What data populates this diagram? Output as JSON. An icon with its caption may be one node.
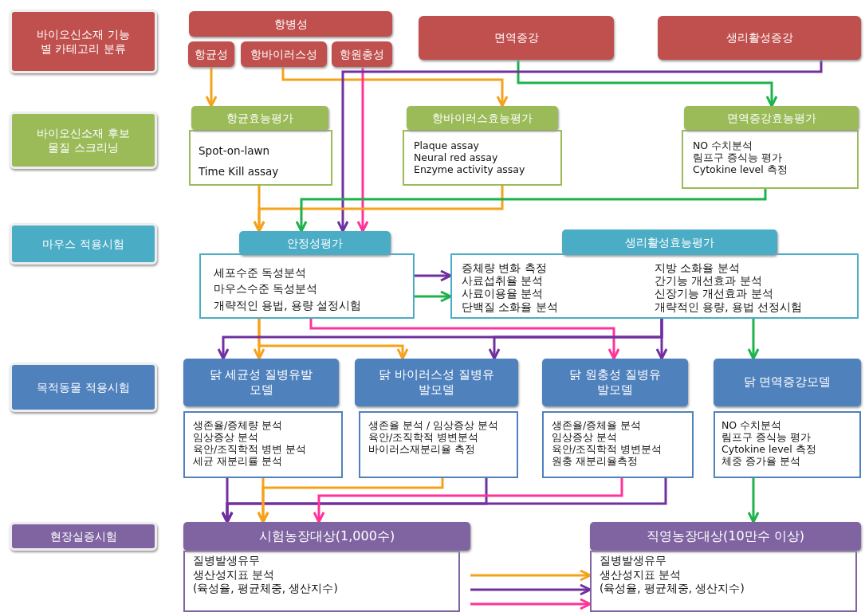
{
  "diagram": {
    "nodes": [
      {
        "text": [
          "바이오신소재 기능별 카테고리 분류"
        ]
      },
      {
        "text": [
          "항병성"
        ]
      },
      {
        "text": [
          "항균성"
        ]
      },
      {
        "text": [
          "항바이러스성"
        ]
      },
      {
        "text": [
          "항원충성"
        ]
      },
      {
        "text": [
          "면역증강"
        ]
      },
      {
        "text": [
          "생리활성증강"
        ]
      },
      {
        "text": [
          "바이오신소재 후보물질 스크리닝"
        ]
      },
      {
        "text": [
          "항균효능평가",
          "Spot-on-lawn",
          "Time Kill assay"
        ]
      },
      {
        "text": [
          "항바이러스효능평가",
          "Plaque assay",
          "Neural red assay",
          "Enzyme activity assay"
        ]
      },
      {
        "text": [
          "면역증강효능평가",
          "NO 수치분석",
          "림프구 증식능 평가",
          "Cytokine level 측정"
        ]
      },
      {
        "text": [
          "마우스 적용시험"
        ]
      },
      {
        "text": [
          "안정성평가",
          "세포수준 독성분석",
          "마우스수준 독성분석",
          "개략적인 용법, 용량 설정시험"
        ]
      },
      {
        "text": [
          "생리활성효능평가",
          "증체량 변화 측정",
          "사료섭취율 분석",
          "사료이용율 분석",
          "단백질 소화율 분석",
          "지방 소화율 분석",
          "간기능 개선효과 분석",
          "신장기능 개선효과 분석",
          "개략적인 용량, 용법 선정시험"
        ]
      },
      {
        "text": [
          "목적동물 적용시험"
        ]
      },
      {
        "text": [
          "닭 세균성 질병유발모델",
          "생존율/증체량 분석",
          "임상증상 분석",
          "육안/조직학적 병변 분석",
          "세균 재분리률 분석"
        ]
      },
      {
        "text": [
          "닭 바이러스성 질병유발모델",
          "생존율 분석 / 임상증상 분석",
          "육안/조직학적 병변분석",
          "바이러스재분리율 측정"
        ]
      },
      {
        "text": [
          "닭 원충성 질병유발모델",
          "생존율/증체율 분석",
          "임상증상 분석",
          "육안/조직학적 병변분석",
          "원충 재분리율측정"
        ]
      },
      {
        "text": [
          "닭 면역증강모델",
          "NO 수치분석",
          "림프구 증식능 평가",
          "Cytokine level 측정",
          "체중 증가율 분석"
        ]
      },
      {
        "text": [
          "현장실증시험"
        ]
      },
      {
        "text": [
          "시험농장대상(1,000수)",
          "질병발생유무",
          "생산성지표 분석",
          "(육성율, 평균체중, 생산지수)"
        ]
      },
      {
        "text": [
          "직영농장대상(10만수 이상)",
          "질병발생유무",
          "생산성지표 분석",
          "(육성율, 평균체중, 생산지수)"
        ]
      }
    ],
    "edges": [
      {
        "from": 2,
        "to": 8,
        "arrow": "to",
        "color": "#f5a21b"
      },
      {
        "from": 3,
        "to": 9,
        "arrow": "to",
        "color": "#f5a21b"
      },
      {
        "from": 4,
        "to": 12,
        "arrow": "to",
        "color": "#ff3399"
      },
      {
        "from": 5,
        "to": 10,
        "arrow": "to",
        "color": "#1db24b"
      },
      {
        "from": 6,
        "to": 12,
        "arrow": "to",
        "color": "#7030a0"
      },
      {
        "from": 8,
        "to": 12,
        "arrow": "to",
        "color": "#f5a21b"
      },
      {
        "from": 9,
        "to": 12,
        "arrow": "to",
        "color": "#f5a21b"
      },
      {
        "from": 10,
        "to": 12,
        "arrow": "to",
        "color": "#1db24b"
      },
      {
        "from": 12,
        "to": 13,
        "arrow": "to",
        "color": "#7030a0"
      },
      {
        "from": 12,
        "to": 13,
        "arrow": "to",
        "color": "#1db24b"
      },
      {
        "from": 12,
        "to": 15,
        "arrow": "to",
        "color": "#f5a21b"
      },
      {
        "from": 12,
        "to": 16,
        "arrow": "to",
        "color": "#f5a21b"
      },
      {
        "from": 12,
        "to": 17,
        "arrow": "to",
        "color": "#ff3399"
      },
      {
        "from": 13,
        "to": 15,
        "arrow": "to",
        "color": "#7030a0"
      },
      {
        "from": 13,
        "to": 16,
        "arrow": "to",
        "color": "#7030a0"
      },
      {
        "from": 13,
        "to": 17,
        "arrow": "to",
        "color": "#7030a0"
      },
      {
        "from": 13,
        "to": 18,
        "arrow": "to",
        "color": "#1db24b"
      },
      {
        "from": 15,
        "to": 20,
        "arrow": "to",
        "color": "#7030a0"
      },
      {
        "from": 16,
        "to": 20,
        "arrow": "to",
        "color": "#7030a0"
      },
      {
        "from": 17,
        "to": 20,
        "arrow": "to",
        "color": "#7030a0"
      },
      {
        "from": 15,
        "to": 20,
        "arrow": "to",
        "color": "#f5a21b"
      },
      {
        "from": 16,
        "to": 20,
        "arrow": "to",
        "color": "#f5a21b"
      },
      {
        "from": 17,
        "to": 20,
        "arrow": "to",
        "color": "#ff3399"
      },
      {
        "from": 18,
        "to": 21,
        "arrow": "to",
        "color": "#1db24b"
      },
      {
        "from": 20,
        "to": 21,
        "arrow": "to",
        "color": "#f5a21b"
      },
      {
        "from": 20,
        "to": 21,
        "arrow": "to",
        "color": "#7030a0"
      },
      {
        "from": 20,
        "to": 21,
        "arrow": "to",
        "color": "#ff3399"
      }
    ]
  }
}
